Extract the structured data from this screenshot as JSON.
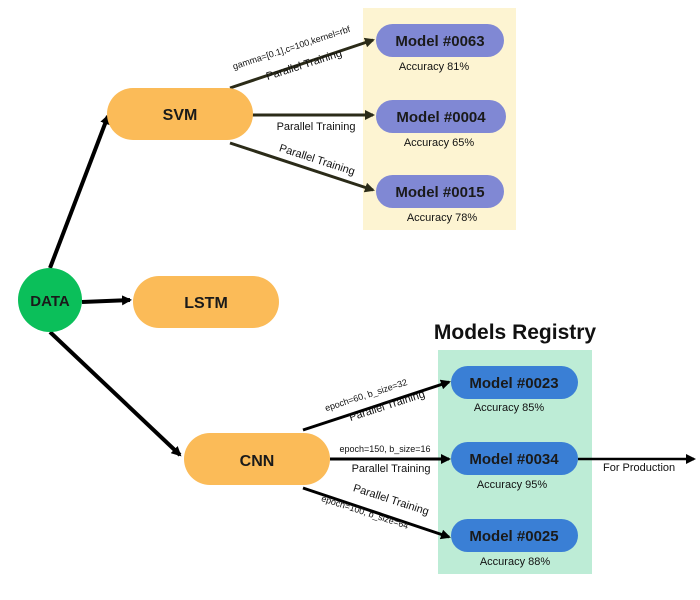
{
  "data_node": {
    "label": "DATA",
    "color": "#0bbf5a"
  },
  "algorithms": {
    "svm": "SVM",
    "lstm": "LSTM",
    "cnn": "CNN",
    "color": "#fbbb58"
  },
  "svm_models": [
    {
      "name": "Model #0063",
      "accuracy": "Accuracy 81%",
      "edge_label": "Parallel Training",
      "params": "gamma=[0.1],c=100,kernel=rbf"
    },
    {
      "name": "Model #0004",
      "accuracy": "Accuracy 65%",
      "edge_label": "Parallel Training",
      "params": ""
    },
    {
      "name": "Model #0015",
      "accuracy": "Accuracy 78%",
      "edge_label": "Parallel Training",
      "params": ""
    }
  ],
  "svm_panel_color": "#fdf4d2",
  "svm_model_color": "#8088d4",
  "registry": {
    "title": "Models Registry",
    "panel_color": "#bdecd6",
    "model_color": "#3a7fd5",
    "models": [
      {
        "name": "Model #0023",
        "accuracy": "Accuracy 85%",
        "edge_label": "Parallel Training",
        "params": "epoch=60, b_size=32"
      },
      {
        "name": "Model #0034",
        "accuracy": "Accuracy 95%",
        "edge_label": "Parallel Training",
        "params": "epoch=150, b_size=16"
      },
      {
        "name": "Model #0025",
        "accuracy": "Accuracy 88%",
        "edge_label": "Parallel Training",
        "params": "epoch=100, b_size=64"
      }
    ]
  },
  "production_label": "For Production"
}
